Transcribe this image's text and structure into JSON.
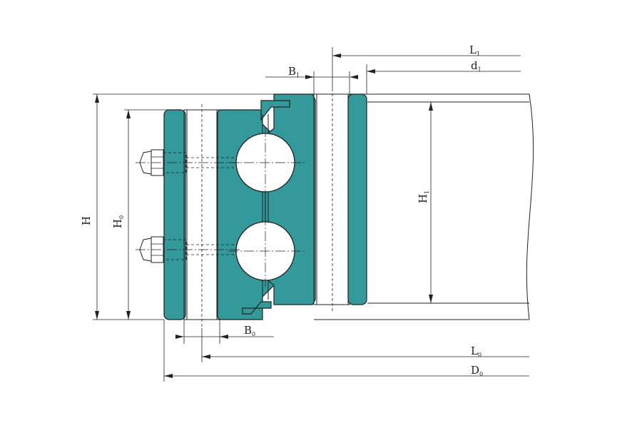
{
  "labels": {
    "H": {
      "main": "H",
      "sub": ""
    },
    "H0": {
      "main": "H",
      "sub": "0"
    },
    "H1": {
      "main": "H",
      "sub": "1"
    },
    "B1": {
      "main": "B",
      "sub": "1"
    },
    "B0": {
      "main": "B",
      "sub": "0"
    },
    "L1": {
      "main": "L",
      "sub": "1"
    },
    "d1": {
      "main": "d",
      "sub": "1"
    },
    "L0": {
      "main": "L",
      "sub": "0"
    },
    "D0": {
      "main": "D",
      "sub": "0"
    }
  },
  "colors": {
    "ring_fill": "#33999a",
    "line": "#222222",
    "background": "#ffffff"
  }
}
